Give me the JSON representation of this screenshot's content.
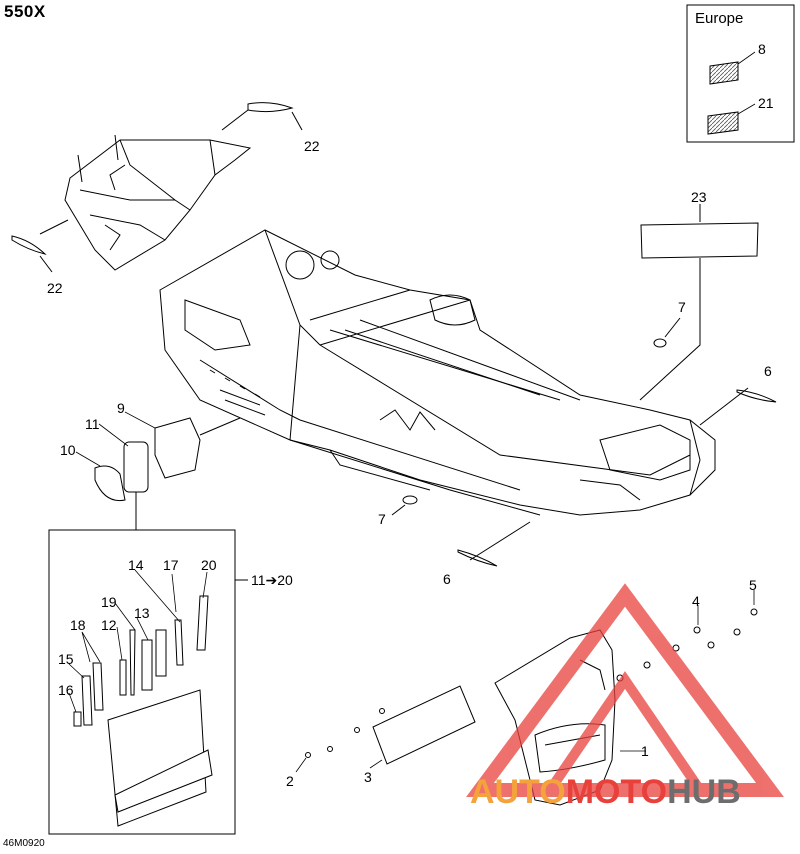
{
  "diagram": {
    "title": "550X",
    "reference_code": "46M0920",
    "inset_title": "Europe",
    "callouts": {
      "c1": "1",
      "c2": "2",
      "c3": "3",
      "c4": "4",
      "c5": "5",
      "c6a": "6",
      "c6b": "6",
      "c7a": "7",
      "c7b": "7",
      "c8": "8",
      "c9": "9",
      "c10": "10",
      "c11": "11",
      "c12": "12",
      "c13": "13",
      "c14": "14",
      "c15": "15",
      "c16": "16",
      "c17": "17",
      "c18": "18",
      "c19": "19",
      "c20": "20",
      "c21": "21",
      "c22a": "22",
      "c22b": "22",
      "c23": "23",
      "kit_range": "11➔20"
    },
    "watermark": {
      "part1": "AUTO",
      "part2": "MOTO",
      "part3": "HUB"
    },
    "colors": {
      "line": "#000000",
      "watermark_red": "#e8413c",
      "watermark_orange": "#f4a23c",
      "watermark_gray": "#6d6d6d"
    }
  }
}
